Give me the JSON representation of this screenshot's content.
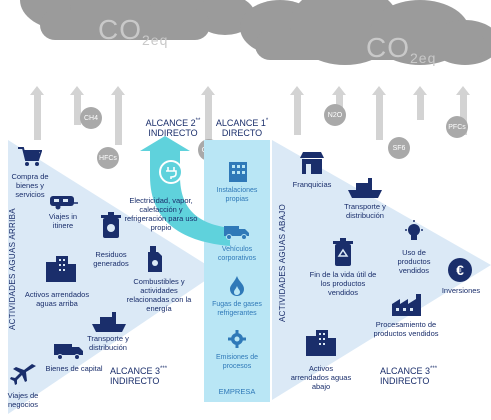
{
  "clouds": {
    "left_label": {
      "main": "CO",
      "sub": "2eq"
    },
    "right_label": {
      "main": "CO",
      "sub": "2eq"
    }
  },
  "gases": [
    "CH4",
    "HFCs",
    "CO2",
    "N2O",
    "SF6",
    "PFCs"
  ],
  "scopes": {
    "scope2": {
      "line1": "ALCANCE 2",
      "sup": "**",
      "line2": "INDIRECTO"
    },
    "scope1": {
      "line1": "ALCANCE 1",
      "sup": "*",
      "line2": "DIRECTO"
    },
    "scope3_left": {
      "line1": "ALCANCE 3",
      "sup": "***",
      "line2": "INDIRECTO"
    },
    "scope3_right": {
      "line1": "ALCANCE 3",
      "sup": "***",
      "line2": "INDIRECTO"
    }
  },
  "scope2_text": "Electricidad, vapor, calefacción y refrigeración para uso propio",
  "center_column": {
    "items": [
      "Instalaciones propias",
      "Vehículos corporativos",
      "Fugas de gases refrigerantes",
      "Emisiones de procesos"
    ],
    "footer": "EMPRESA"
  },
  "upstream": {
    "title": "ACTIVIDADES AGUAS ARRIBA",
    "items": [
      "Compra de bienes y servicios",
      "Viajes in itinere",
      "Residuos generados",
      "Activos arrendados aguas arriba",
      "Combustibles y actividades relacionadas con la energía",
      "Transporte y distribución",
      "Bienes de capital",
      "Viajes de negocios"
    ]
  },
  "downstream": {
    "title": "ACTIVIDADES AGUAS ABAJO",
    "items": [
      "Franquicias",
      "Transporte y distribución",
      "Uso de productos vendidos",
      "Fin de la vida útil de los productos vendidos",
      "Inversiones",
      "Procesamiento de productos vendidos",
      "Activos arrendados aguas abajo"
    ]
  },
  "colors": {
    "navy": "#1a2e6b",
    "light_blue": "#dbe9f6",
    "center_blue": "#b9e6f5",
    "cyan_arrow": "#5fd2dc",
    "gray": "#9b9b9b"
  }
}
